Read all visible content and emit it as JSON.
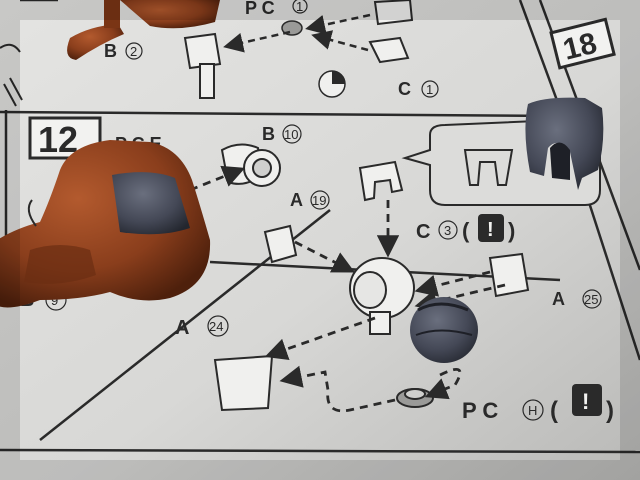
{
  "manual": {
    "step_12_number": "12",
    "step_18_number": "18",
    "step_12_parts": "P C E",
    "labels": {
      "pc_top": "P C",
      "pc_top_num": "1",
      "b2": "B",
      "b2_num": "2",
      "c1": "C",
      "c1_num": "1",
      "b10": "B",
      "b10_num": "10",
      "a19": "A",
      "a19_num": "19",
      "c3": "C",
      "c3_num": "3",
      "a25": "A",
      "a25_num": "25",
      "a24": "A",
      "a24_num": "24",
      "b9_num": "9",
      "pch": "P C",
      "pch_num": "H",
      "warning_mark": "!"
    }
  },
  "colors": {
    "paper": "#d9d9d7",
    "paper_shadow": "#a9a9a7",
    "ink": "#2a2a2a",
    "brown_part": "#8a3e1c",
    "brown_dark": "#4e200c",
    "grey_part": "#4a4e5a",
    "grey_dark": "#2a2d36",
    "table_bg": "#5b5a58"
  }
}
